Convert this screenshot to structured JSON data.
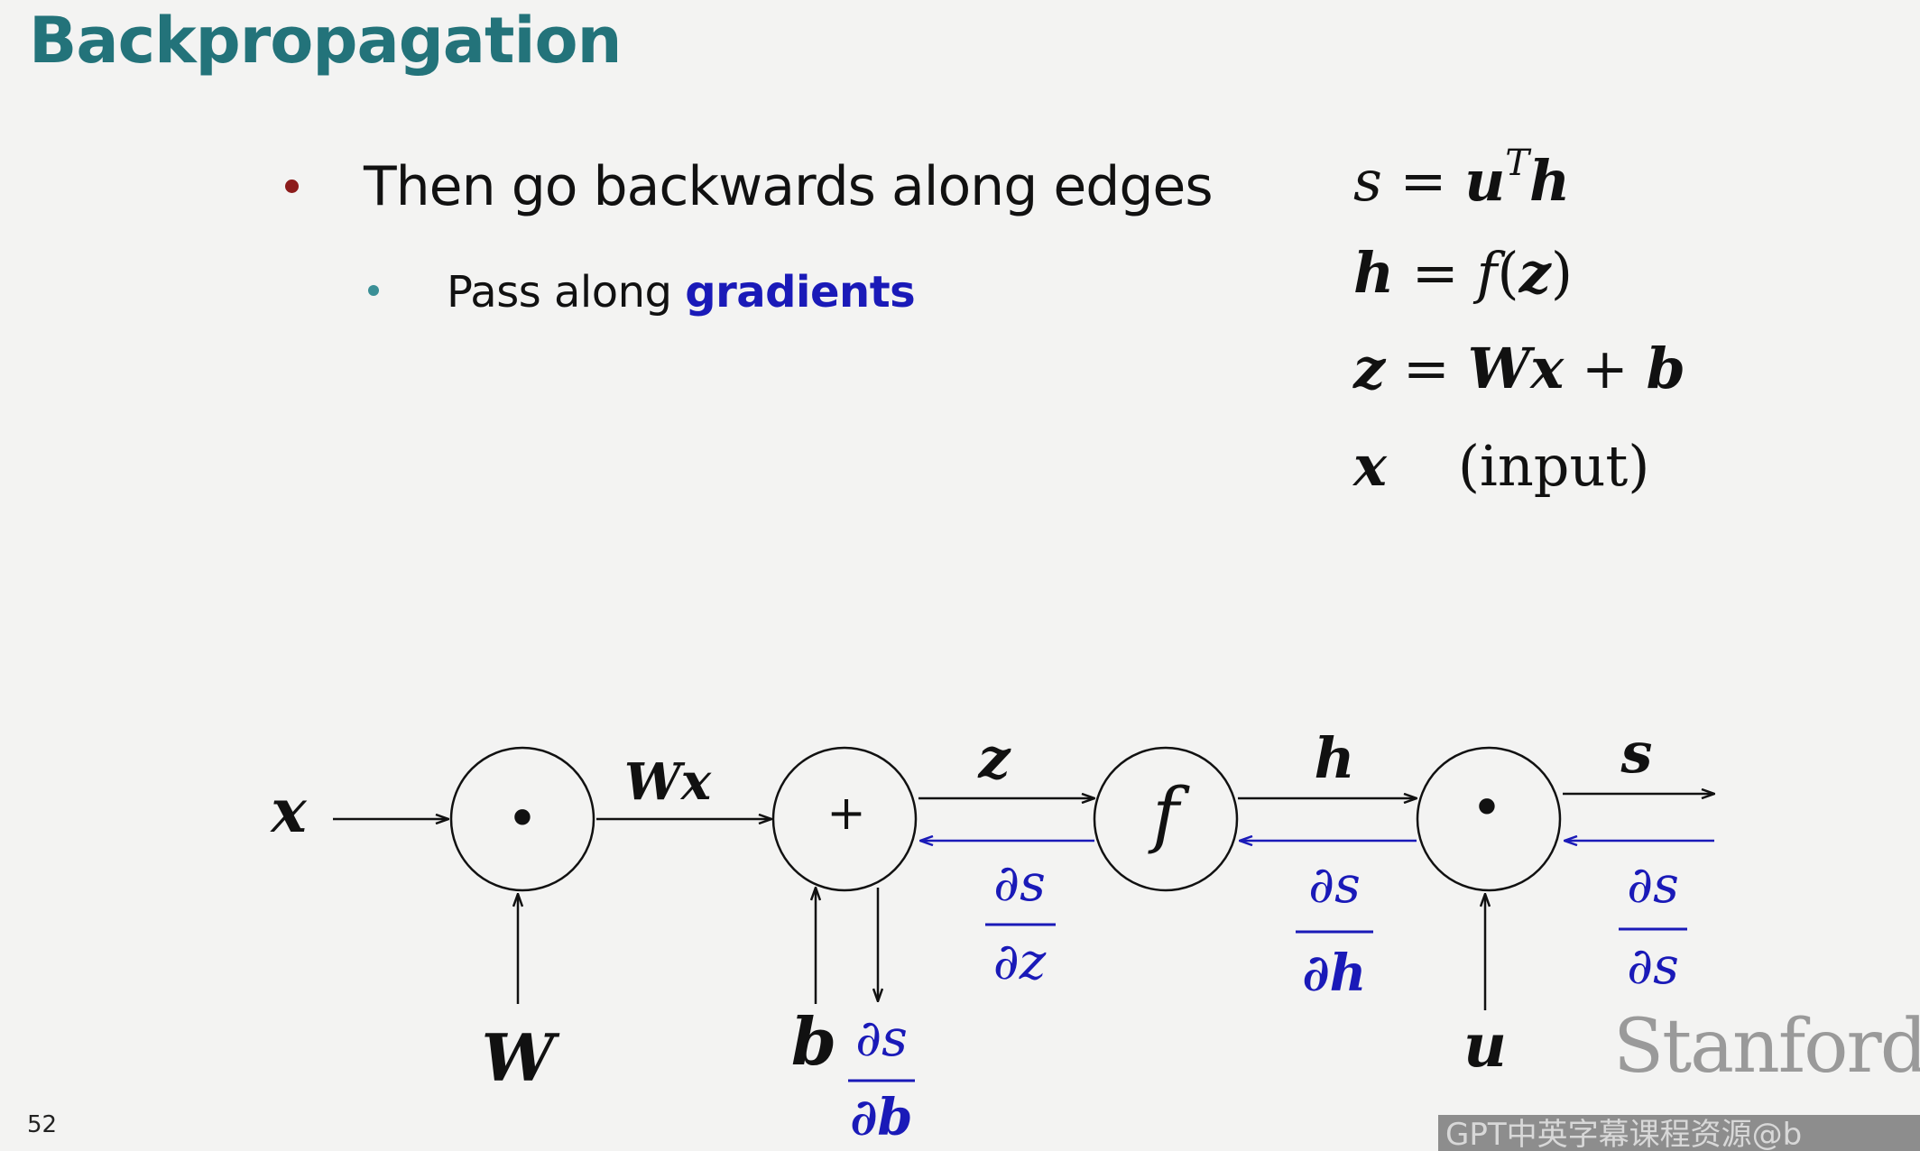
{
  "slide": {
    "title": "Backpropagation",
    "bullets": [
      {
        "text": "Then go backwards along edges",
        "bullet_color": "#8c1c1c"
      },
      {
        "text_prefix": "Pass along ",
        "highlight": "gradients",
        "highlight_color": "#1a1ab8",
        "bullet_color": "#3a8f96"
      }
    ],
    "equations": [
      {
        "lhs": "s",
        "eq": " = ",
        "t1": "u",
        "sup": "T",
        "t2": "h"
      },
      {
        "lhs": "h",
        "eq": " = ",
        "t1": "f",
        "t2": "(",
        "t3": "z",
        "t4": ")"
      },
      {
        "lhs": "z",
        "eq": " = ",
        "t1": "Wx",
        "t2": " + ",
        "t3": "b"
      },
      {
        "lhs": "x",
        "note": "(input)"
      }
    ],
    "page_number": "52",
    "logo": "Stanford",
    "watermark": "GPT中英字幕课程资源@b"
  },
  "diagram": {
    "nodes": [
      {
        "label": "•",
        "op": "dot-product"
      },
      {
        "label": "+",
        "op": "add"
      },
      {
        "label": "f",
        "op": "function"
      },
      {
        "label": "•",
        "op": "dot-product"
      }
    ],
    "inputs": {
      "x": "x",
      "W": "W",
      "b": "b",
      "u": "u"
    },
    "edges": {
      "wx": "Wx",
      "z": "z",
      "h": "h",
      "s": "s"
    },
    "gradients": [
      {
        "num": "∂s",
        "den": "∂z"
      },
      {
        "num": "∂s",
        "den": "∂h"
      },
      {
        "num": "∂s",
        "den": "∂s"
      },
      {
        "num": "∂s",
        "den": "∂b"
      }
    ],
    "forward_color": "#111111",
    "gradient_color": "#1a1ab8"
  }
}
